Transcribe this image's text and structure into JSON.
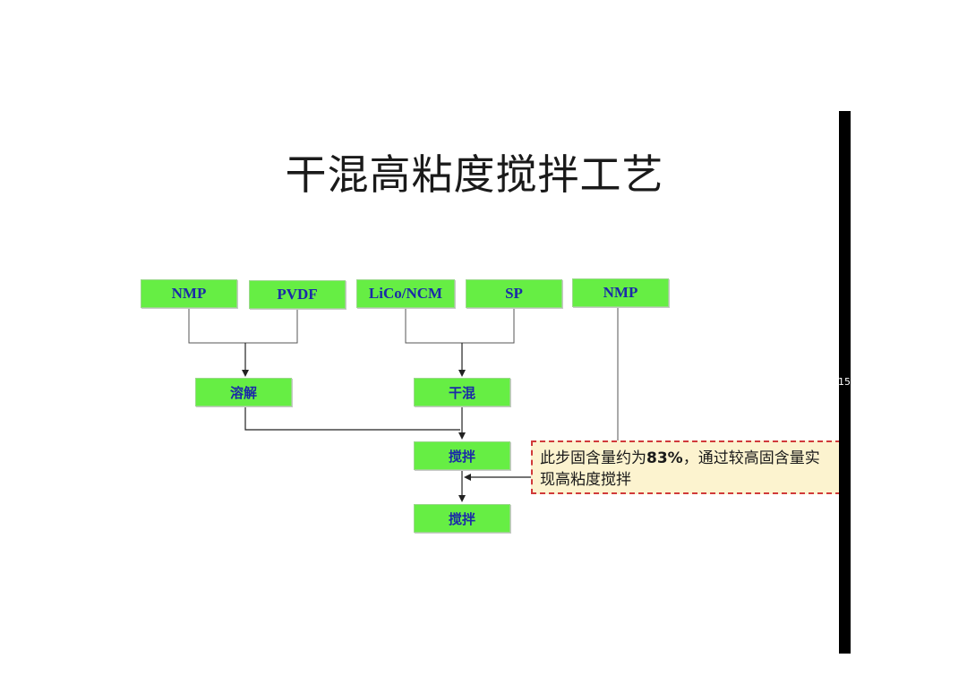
{
  "title": "干混高粘度搅拌工艺",
  "inputs": {
    "nmp_1": "NMP",
    "pvdf": "PVDF",
    "active": "LiCo/NCM",
    "sp": "SP",
    "nmp_2": "NMP"
  },
  "steps": {
    "dissolve": "溶解",
    "dry_mix": "干混",
    "stir_1": "搅拌",
    "stir_2": "搅拌"
  },
  "note": {
    "text_before": "此步固含量约为",
    "value": "83%",
    "text_after": "，通过较高固含量实现高粘度搅拌"
  },
  "page_number": "15",
  "colors": {
    "box_fill": "#66ee44",
    "box_text": "#1b2aa8",
    "note_fill": "#fcf3cf",
    "note_border": "#d03a3a"
  }
}
